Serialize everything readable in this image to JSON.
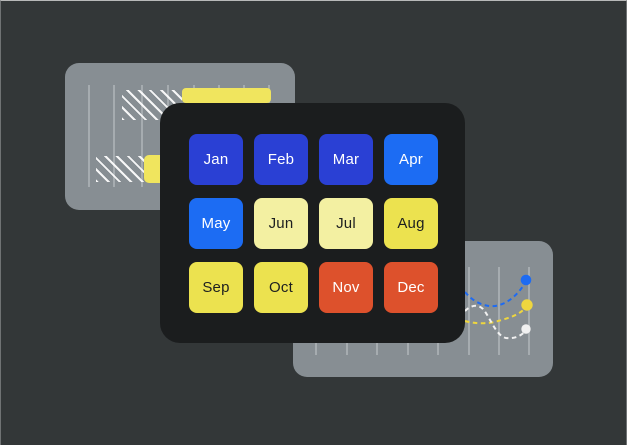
{
  "months": [
    {
      "label": "Jan",
      "variant": "royal_blue",
      "text": "light"
    },
    {
      "label": "Feb",
      "variant": "royal_blue",
      "text": "light"
    },
    {
      "label": "Mar",
      "variant": "royal_blue",
      "text": "light"
    },
    {
      "label": "Apr",
      "variant": "bright_blue",
      "text": "light"
    },
    {
      "label": "May",
      "variant": "bright_blue",
      "text": "light"
    },
    {
      "label": "Jun",
      "variant": "pale_yellow",
      "text": "dark"
    },
    {
      "label": "Jul",
      "variant": "pale_yellow",
      "text": "dark"
    },
    {
      "label": "Aug",
      "variant": "yellow",
      "text": "dark"
    },
    {
      "label": "Sep",
      "variant": "yellow",
      "text": "dark"
    },
    {
      "label": "Oct",
      "variant": "yellow",
      "text": "dark"
    },
    {
      "label": "Nov",
      "variant": "orange",
      "text": "light"
    },
    {
      "label": "Dec",
      "variant": "orange",
      "text": "light"
    }
  ],
  "colors": {
    "bg": "#333738",
    "card_gray": "#878e93",
    "grid_line": "#a6acb0",
    "panel_black": "#1b1d1e",
    "royal_blue": "#2a40d4",
    "bright_blue": "#1c6cf3",
    "pale_yellow": "#f3f0a2",
    "yellow": "#ece24f",
    "orange": "#dd512c",
    "bar_yellow": "#f0e55e",
    "line_blue": "#1e6bf2",
    "line_yellow": "#eed63f",
    "line_white": "#f1f1f1",
    "text_light": "#ffffff",
    "text_dark": "#1d1f20"
  },
  "decor": {
    "left_card": "gantt-style bars: two white-hatched bars and two yellow bars over vertical gridlines",
    "right_card": "dashed line chart, three series ending in dots",
    "right_card_series": [
      "blue",
      "yellow",
      "white"
    ]
  }
}
